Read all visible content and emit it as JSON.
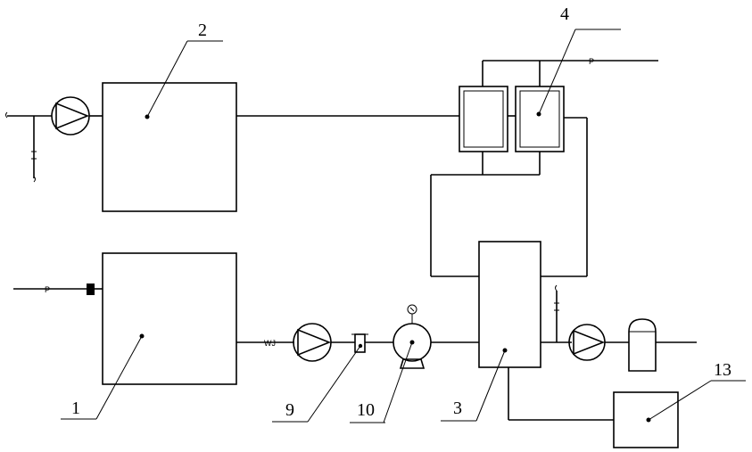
{
  "labels": {
    "l1": "1",
    "l2": "2",
    "l3": "3",
    "l4": "4",
    "l9": "9",
    "l10": "10",
    "l13": "13"
  },
  "small_marks": {
    "p_top": "P",
    "p_left": "P",
    "wj": "WJ"
  },
  "colors": {
    "line": "#000000",
    "background": "#ffffff"
  }
}
